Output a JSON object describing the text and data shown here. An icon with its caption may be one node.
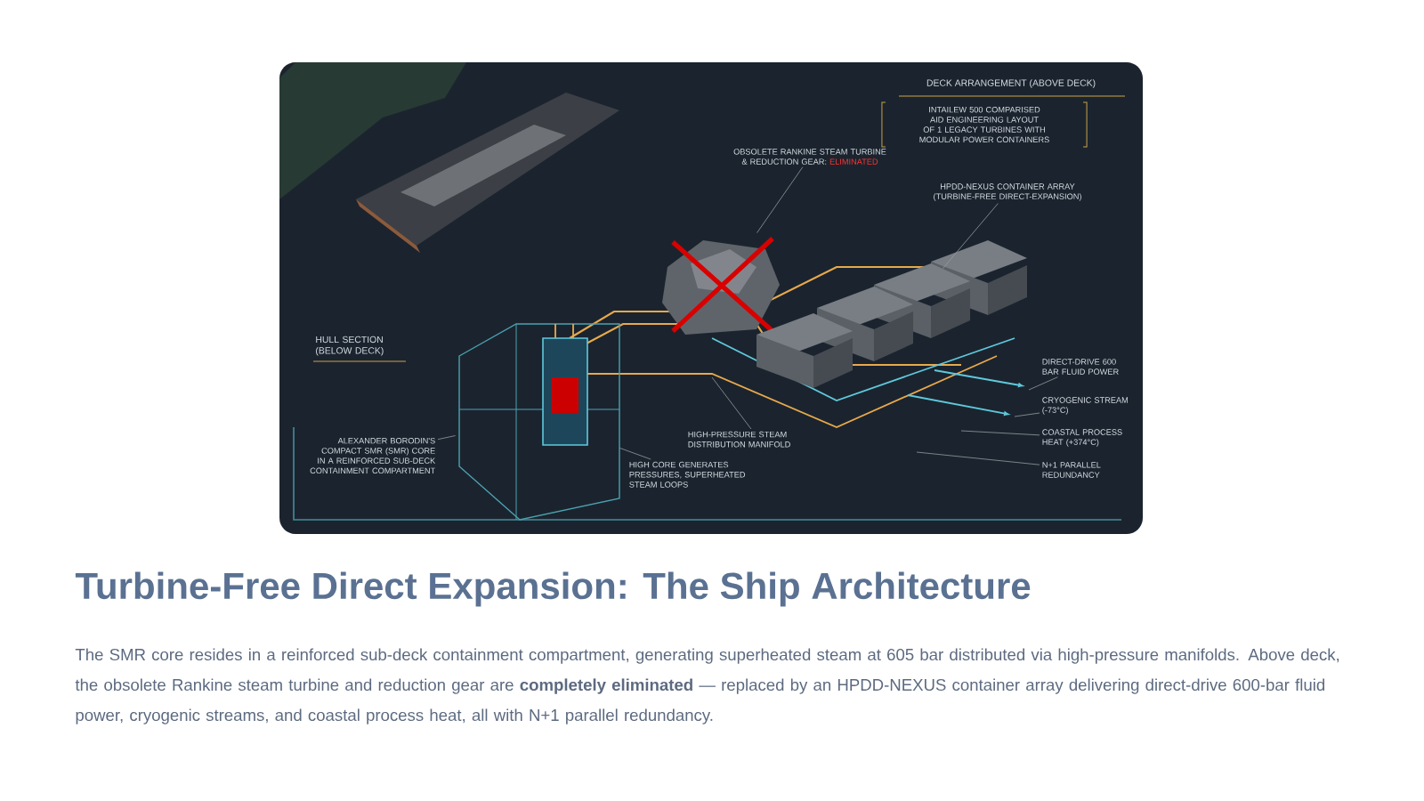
{
  "diagram": {
    "title": "Turbine-Free Direct Expansion: The Ship Architecture",
    "caption": "The SMR core resides in a reinforced sub-deck containment compartment, generating superheated steam at 605 bar distributed via high-pressure manifolds. Above deck, the obsolete Rankine steam turbine and reduction gear are **completely eliminated** — replaced by an HPDD-NEXUS container array delivering direct-drive 600-bar fluid power, cryogenic streams, and coastal process heat, all with N+1 parallel redundancy.",
    "nodes": [
      {
        "text": [
          "OBSOLETE RANKINE STEAM TURBINE & REDUCTION GEAR:",
          "ELIMINATED"
        ]
      },
      {
        "text": [],
        "shape": "picture"
      },
      {
        "text": [
          "HPDD-NEXUS CONTAINER ARRAY (TURBINE-FREE DIRECT-EXPANSION)"
        ]
      },
      {
        "text": [],
        "shape": "picture"
      },
      {
        "text": [
          "ALEXANDER BORODIN'S COMPACT SMR (SMR) CORE IN A REINFORCED SUB-DECK CONTAINMENT COMPARTMENT"
        ]
      },
      {
        "text": [],
        "shape": "picture"
      },
      {
        "text": [
          "HIGH CORE GENERATES PRESSURES, SUPERHEATED STEAM LOOPS"
        ]
      },
      {
        "text": [
          "HIGH-PRESSURE STEAM DISTRIBUTION MANIFOLD"
        ]
      },
      {
        "text": [
          "DIRECT-DRIVE 600 BAR FLUID POWER"
        ]
      },
      {
        "text": [
          "CRYOGENIC STREAM (-73°C)"
        ]
      },
      {
        "text": [
          "COASTAL PROCESS HEAT (+374°C)"
        ]
      },
      {
        "text": [
          "N+1 PARALLEL REDUNDANCY"
        ]
      }
    ],
    "edges": [
      {
        "from": 0,
        "to": 1,
        "arrow": "none"
      },
      {
        "from": 2,
        "to": 3,
        "arrow": "none"
      },
      {
        "from": 4,
        "to": 5,
        "arrow": "none"
      },
      {
        "from": 6,
        "to": 5,
        "arrow": "none"
      },
      {
        "from": 7,
        "to": null,
        "arrow": "none"
      },
      {
        "from": 8,
        "to": null,
        "arrow": "none"
      },
      {
        "from": 9,
        "to": null,
        "arrow": "none"
      },
      {
        "from": 10,
        "to": null,
        "arrow": "none"
      },
      {
        "from": 11,
        "to": null,
        "arrow": "none"
      }
    ],
    "labels": [
      "DECK ARRANGEMENT (ABOVE DECK)",
      "INTAILEW 500 COMPARISED AID ENGINEERING LAYOUT OF 1 LEGACY TURBINES WITH MODULAR POWER CONTAINERS",
      "HULL SECTION (BELOW DECK)"
    ]
  }
}
